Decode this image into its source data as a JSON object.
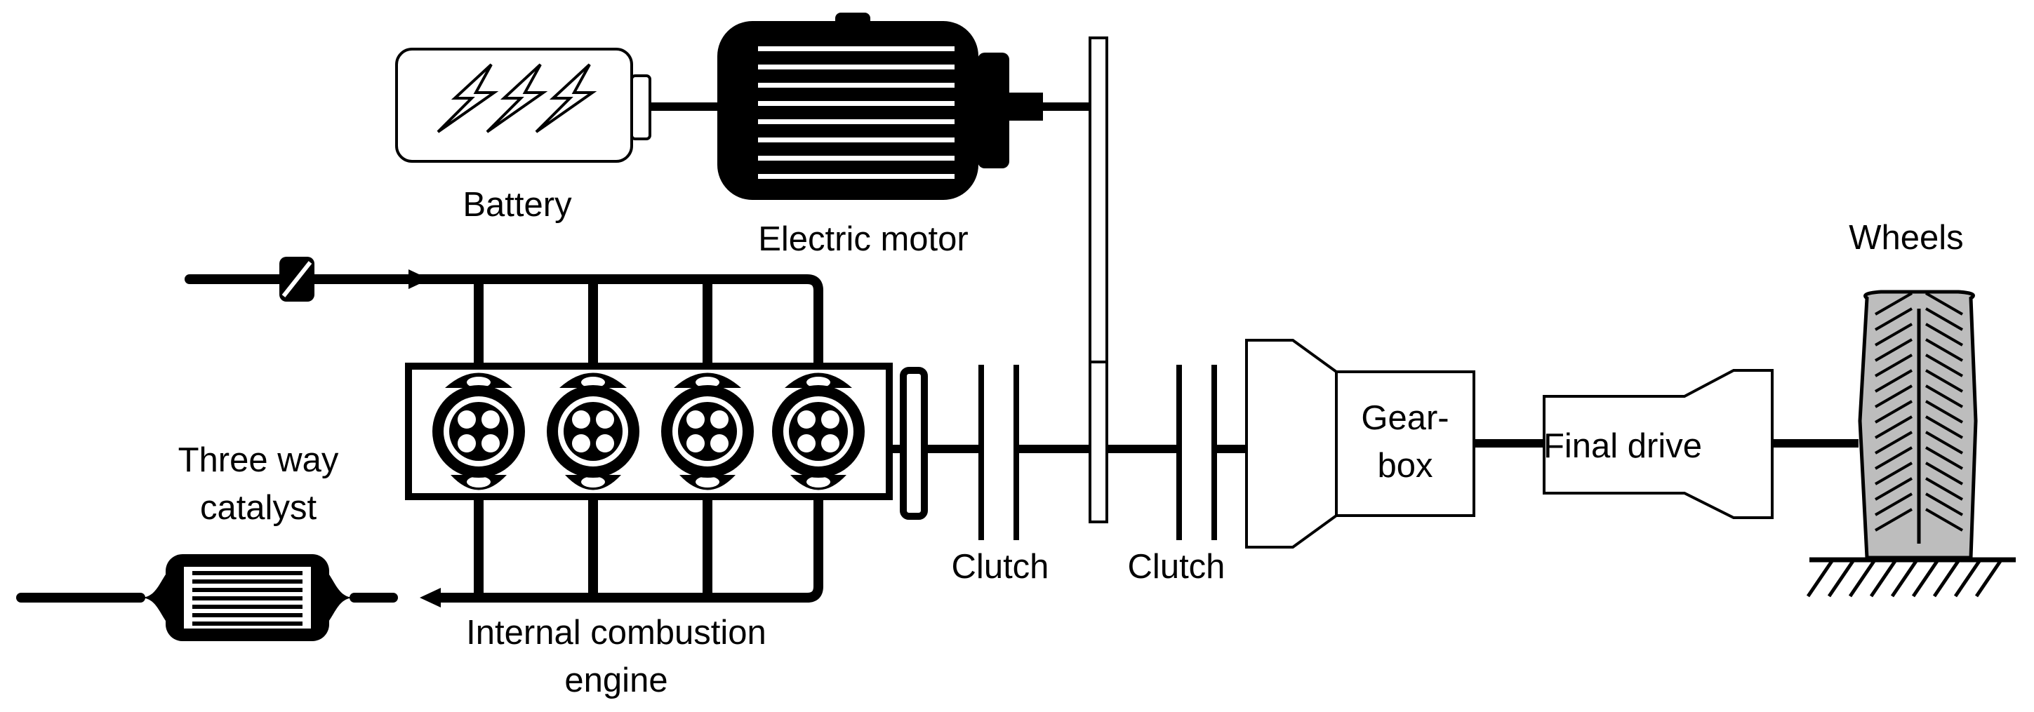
{
  "labels": {
    "battery": "Battery",
    "electric_motor": "Electric motor",
    "three_way_catalyst_line1": "Three way",
    "three_way_catalyst_line2": "catalyst",
    "internal_combustion_engine_line1": "Internal combustion",
    "internal_combustion_engine_line2": "engine",
    "clutch_1": "Clutch",
    "clutch_2": "Clutch",
    "gearbox_line1": "Gear-",
    "gearbox_line2": "box",
    "final_drive": "Final drive",
    "wheels": "Wheels"
  },
  "colors": {
    "line": "#000000",
    "background": "#ffffff",
    "wheel_fill": "#bdbdbd"
  }
}
